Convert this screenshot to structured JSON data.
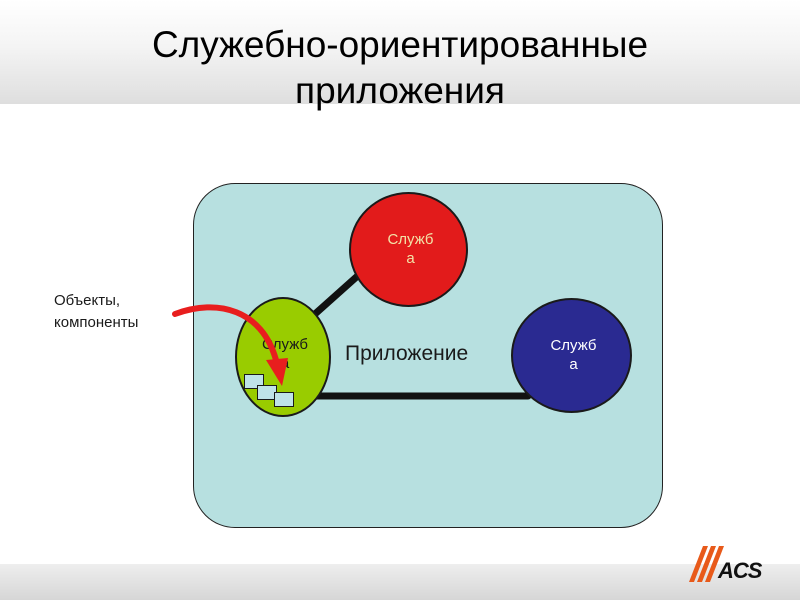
{
  "slide": {
    "title_line1": "Служебно-ориентированные",
    "title_line2": "приложения"
  },
  "diagram": {
    "container_label": "Приложение",
    "services": [
      {
        "label_line1": "Служб",
        "label_line2": "а",
        "color": "#e21b1b"
      },
      {
        "label_line1": "Служб",
        "label_line2": "а",
        "color": "#2a2a91"
      },
      {
        "label_line1": "Служб",
        "label_line2": "а",
        "color": "#99cc00"
      }
    ],
    "callout": {
      "line1": "Объекты,",
      "line2": "компоненты",
      "arrow_color": "#e81e1e"
    },
    "container_color": "#b7e0e0"
  },
  "footer": {
    "logo_text": "ACS"
  }
}
